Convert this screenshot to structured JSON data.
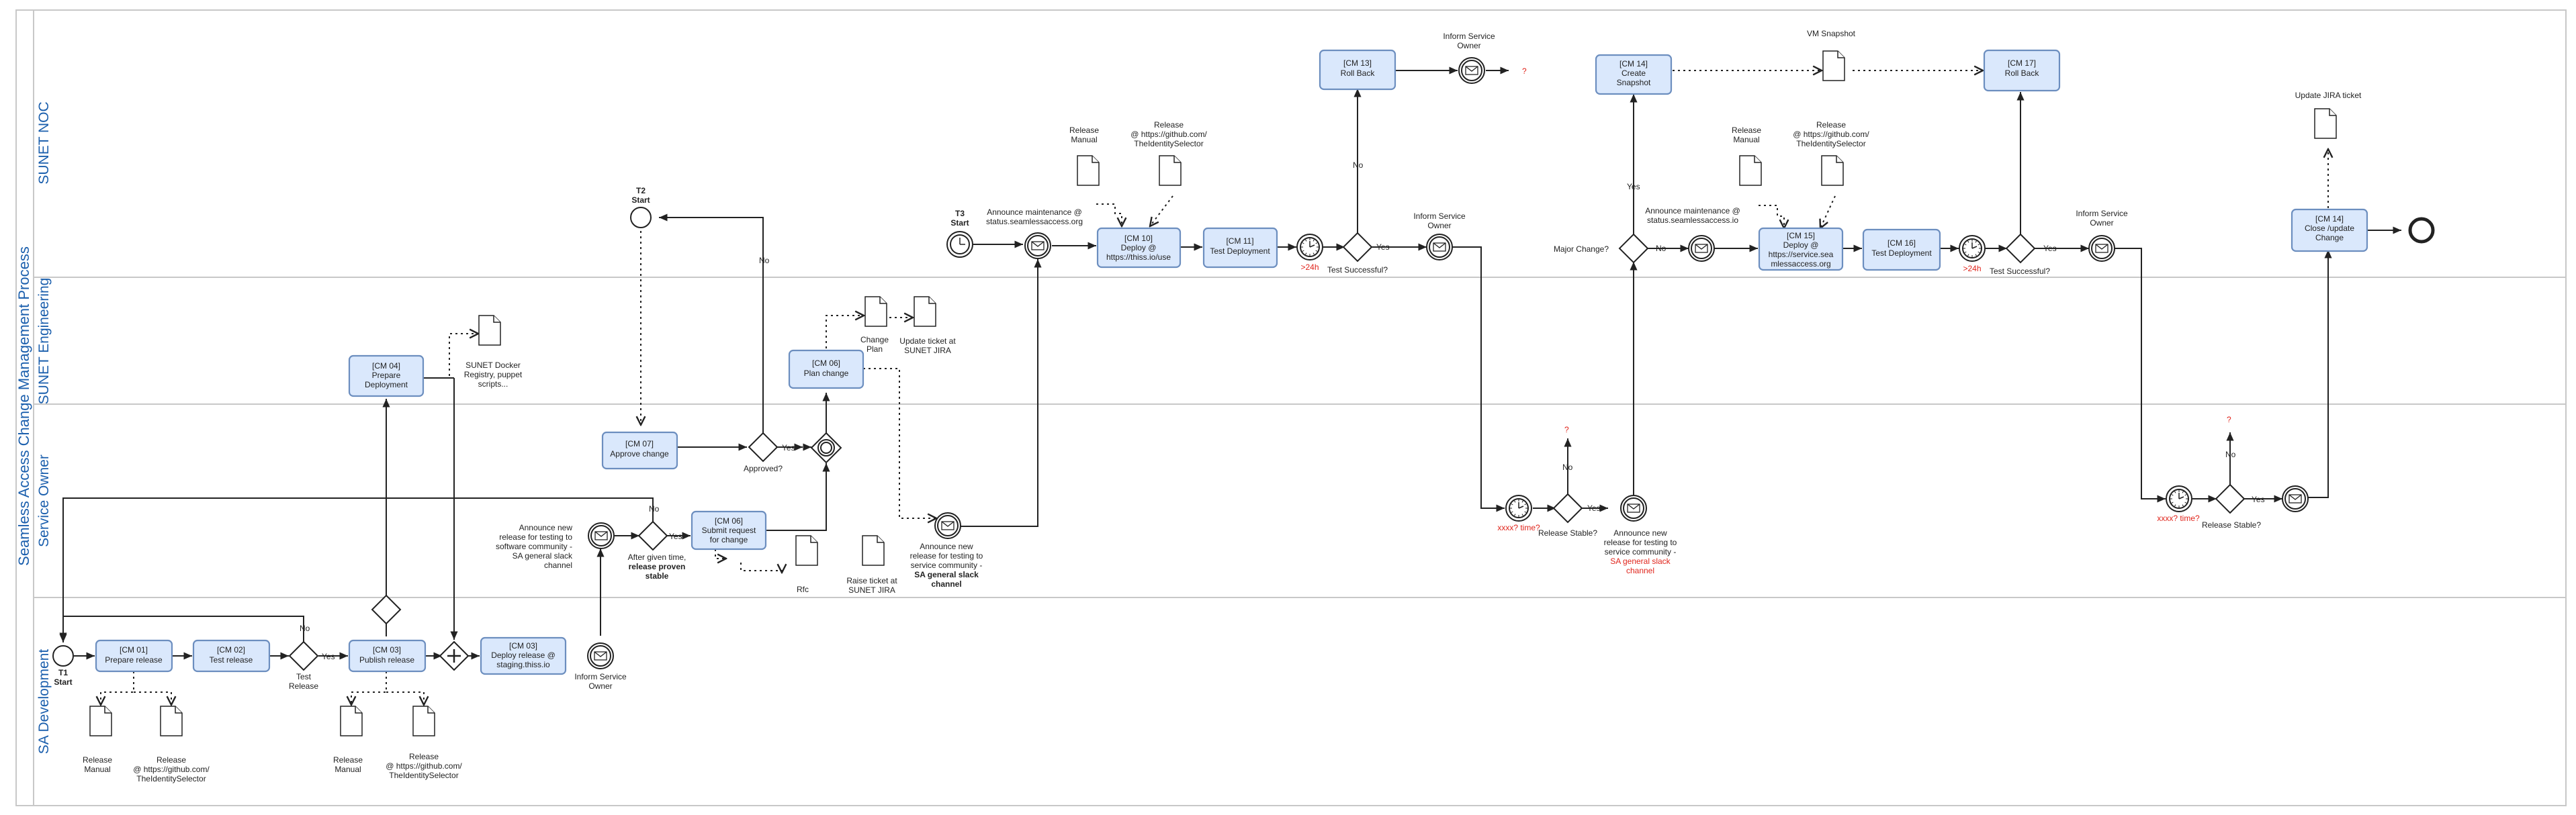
{
  "pool": {
    "title": "Seamless Access Change Management Process"
  },
  "lanes": [
    {
      "id": "noc",
      "label": "SUNET NOC"
    },
    {
      "id": "eng",
      "label": "SUNET Engineering"
    },
    {
      "id": "owner",
      "label": "Service Owner"
    },
    {
      "id": "dev",
      "label": "SA Development"
    }
  ],
  "tasks": {
    "cm01": [
      "[CM 01]",
      "Prepare release"
    ],
    "cm02": [
      "[CM 02]",
      "Test release"
    ],
    "cm03": [
      "[CM 03]",
      "Publish release"
    ],
    "cm03b": [
      "[CM 03]",
      "Deploy release @",
      "staging.thiss.io"
    ],
    "cm04": [
      "[CM 04]",
      "Prepare",
      "Deployment"
    ],
    "cm06a": [
      "[CM 06]",
      "Submit request",
      "for change"
    ],
    "cm06b": [
      "[CM 06]",
      "Plan change"
    ],
    "cm07": [
      "[CM 07]",
      "Approve change"
    ],
    "cm10": [
      "[CM 10]",
      "Deploy @",
      "https://thiss.io/use"
    ],
    "cm11": [
      "[CM 11]",
      "Test Deployment"
    ],
    "cm13": [
      "[CM 13]",
      "Roll Back"
    ],
    "cm14a": [
      "[CM 14]",
      "Create",
      "Snapshot"
    ],
    "cm15": [
      "[CM 15]",
      "Deploy @",
      "https://service.sea",
      "mlessaccess.org"
    ],
    "cm16": [
      "[CM 16]",
      "Test Deployment"
    ],
    "cm17": [
      "[CM 17]",
      "Roll Back"
    ],
    "cm14b": [
      "[CM 14]",
      "Close /update",
      "Change"
    ]
  },
  "events": {
    "t1": [
      "T1",
      "Start"
    ],
    "t2": [
      "T2",
      "Start"
    ],
    "t3": [
      "T3",
      "Start"
    ]
  },
  "labels": {
    "yes": "Yes",
    "no": "No",
    "question": "?",
    "test_release": [
      "Test",
      "Release"
    ],
    "inform_owner_dev": [
      "Inform Service",
      "Owner"
    ],
    "announce_sw": [
      "Announce new",
      "release for testing to",
      "software community -",
      "SA general slack",
      "channel"
    ],
    "after_time": [
      "After given time,",
      "release proven",
      "stable"
    ],
    "approved": "Approved?",
    "rfc": "Rfc",
    "raise_ticket": [
      "Raise ticket at",
      "SUNET JIRA"
    ],
    "docker": [
      "SUNET Docker",
      "Registry, puppet",
      "scripts..."
    ],
    "change_plan": [
      "Change",
      "Plan"
    ],
    "update_ticket": [
      "Update ticket at",
      "SUNET JIRA"
    ],
    "announce_svc_1": [
      "Announce new",
      "release for testing to",
      "service community -"
    ],
    "announce_svc_1_bold": [
      "SA general slack",
      "channel"
    ],
    "announce_maint_1": [
      "Announce maintenance @",
      "status.seamlessaccess.org"
    ],
    "release_manual": [
      "Release",
      "Manual"
    ],
    "release_github": [
      "Release",
      "@ https://github.com/",
      "TheIdentitySelector"
    ],
    "timer_24h": ">24h",
    "test_successful": "Test Successful?",
    "inform_owner": [
      "Inform Service",
      "Owner"
    ],
    "time_question": "xxxx? time?",
    "release_stable": "Release Stable?",
    "announce_svc_2": [
      "Announce new",
      "release for testing to",
      "service community -"
    ],
    "announce_svc_2_red": [
      "SA general slack",
      "channel"
    ],
    "major_change": "Major Change?",
    "announce_maint_2": [
      "Announce maintenance @",
      "status.seamlessaccess.io"
    ],
    "vm_snapshot": "VM Snapshot",
    "update_jira": "Update JIRA ticket"
  }
}
